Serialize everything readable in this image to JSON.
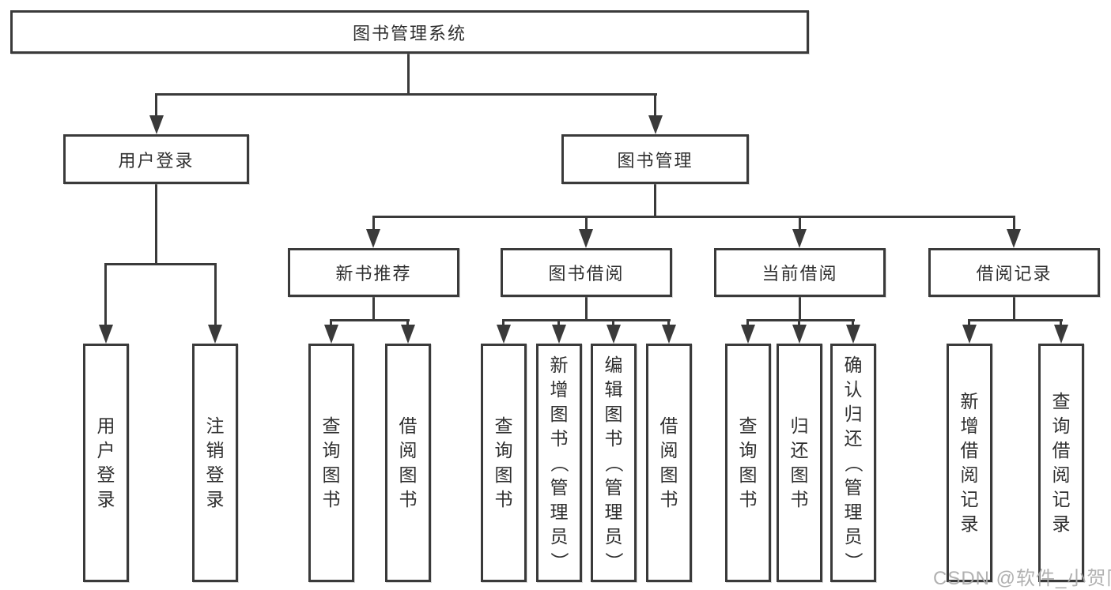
{
  "tree": {
    "root": {
      "label": "图书管理系统"
    },
    "children": [
      {
        "label": "用户登录",
        "children": [
          {
            "label": "用户登录"
          },
          {
            "label": "注销登录"
          }
        ]
      },
      {
        "label": "图书管理",
        "children": [
          {
            "label": "新书推荐",
            "children": [
              {
                "label": "查询图书"
              },
              {
                "label": "借阅图书"
              }
            ]
          },
          {
            "label": "图书借阅",
            "children": [
              {
                "label": "查询图书"
              },
              {
                "label": "新增图书（管理员）"
              },
              {
                "label": "编辑图书（管理员）"
              },
              {
                "label": "借阅图书"
              }
            ]
          },
          {
            "label": "当前借阅",
            "children": [
              {
                "label": "查询图书"
              },
              {
                "label": "归还图书"
              },
              {
                "label": "确认归还（管理员）"
              }
            ]
          },
          {
            "label": "借阅记录",
            "children": [
              {
                "label": "新增借阅记录"
              },
              {
                "label": "查询借阅记录"
              }
            ]
          }
        ]
      }
    ]
  },
  "watermark": {
    "text": "CSDN @软件_小贺同学"
  },
  "colors": {
    "line": "#3a3a3a",
    "text": "#2f2f2f",
    "background": "#ffffff",
    "watermark": "#ababab"
  }
}
